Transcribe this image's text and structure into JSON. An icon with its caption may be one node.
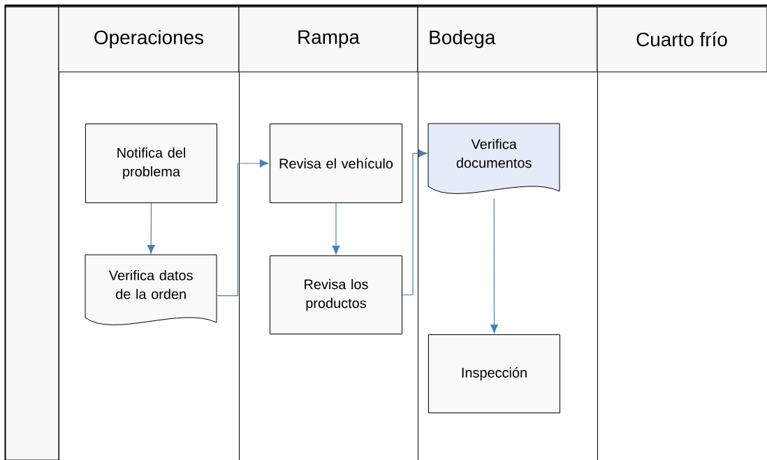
{
  "diagram": {
    "nodes": [
      {
        "text": [
          "Operaciones"
        ]
      },
      {
        "text": [
          "Rampa"
        ]
      },
      {
        "text": [
          "Bodega"
        ]
      },
      {
        "text": [
          "Cuarto frío"
        ]
      },
      {
        "text": [
          "Notifica del problema"
        ],
        "in": 0
      },
      {
        "text": [
          "Verifica datos de la orden"
        ],
        "in": 0
      },
      {
        "text": [
          "Revisa el vehículo"
        ],
        "in": 1
      },
      {
        "text": [
          "Revisa los productos"
        ],
        "in": 1
      },
      {
        "text": [
          "Verifica documentos"
        ],
        "in": 2
      },
      {
        "text": [
          "Inspección"
        ],
        "in": 2
      }
    ],
    "edges": [
      {
        "from": 4,
        "to": 5,
        "arrow": "to"
      },
      {
        "from": 5,
        "to": 6,
        "arrow": "to"
      },
      {
        "from": 6,
        "to": 7,
        "arrow": "to"
      },
      {
        "from": 7,
        "to": 8,
        "arrow": "to"
      },
      {
        "from": 8,
        "to": 9,
        "arrow": "to"
      }
    ]
  }
}
